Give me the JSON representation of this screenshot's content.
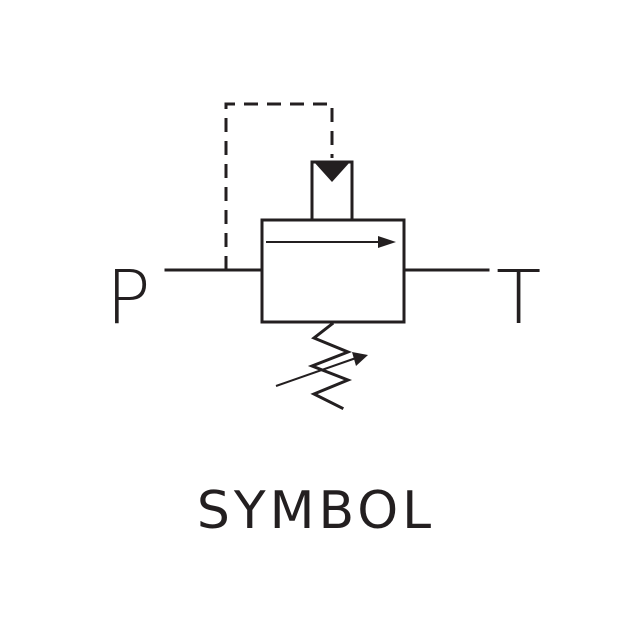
{
  "symbol": {
    "port_pressure_label": "P",
    "port_tank_label": "T",
    "caption": "SYMBOL"
  },
  "colors": {
    "line": "#231f20",
    "background": "#ffffff"
  }
}
